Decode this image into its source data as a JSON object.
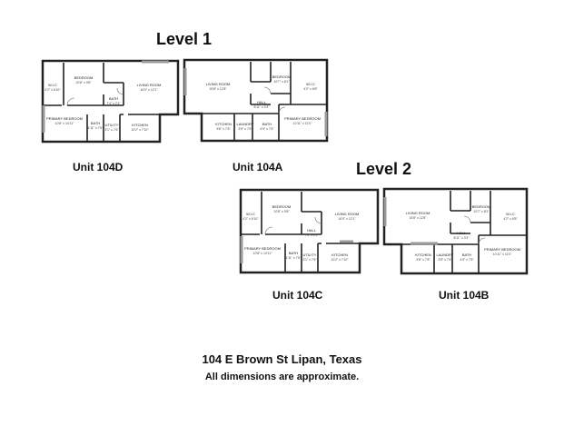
{
  "levels": {
    "level1": "Level 1",
    "level2": "Level 2"
  },
  "units": {
    "d": {
      "label": "Unit 104D",
      "rooms": [
        {
          "name": "BEDROOM",
          "dim": "10'8\" x 9'8\""
        },
        {
          "name": "LIVING ROOM",
          "dim": "16'0\" x 12'1\""
        },
        {
          "name": "W.I.C",
          "dim": "4'2\" x 6'10\""
        },
        {
          "name": "BATH",
          "dim": "7'4\" x 2'1\""
        },
        {
          "name": "PRIMARY BEDROOM",
          "dim": "10'8\" x 10'11\""
        },
        {
          "name": "BATH",
          "dim": "4'11\" x 7'6\""
        },
        {
          "name": "UTILITY",
          "dim": "3'1\" x 7'6\""
        },
        {
          "name": "KITCHEN",
          "dim": "10'2\" x 7'10\""
        }
      ]
    },
    "a": {
      "label": "Unit 104A",
      "rooms": [
        {
          "name": "LIVING ROOM",
          "dim": "15'8\" x 12'8\""
        },
        {
          "name": "BEDROOM",
          "dim": "10'7\" x 8'1\""
        },
        {
          "name": "W.I.C",
          "dim": "4'2\" x 6'8\""
        },
        {
          "name": "HALL",
          "dim": "8'11\" x 3'3\""
        },
        {
          "name": "KITCHEN",
          "dim": "9'8\" x 7'8\""
        },
        {
          "name": "LAUNDRY",
          "dim": "3'8\" x 7'6\""
        },
        {
          "name": "BATH",
          "dim": "4'9\" x 7'6\""
        },
        {
          "name": "PRIMARY BEDROOM",
          "dim": "10'11\" x 11'0\""
        }
      ]
    },
    "c": {
      "label": "Unit 104C",
      "rooms": [
        {
          "name": "BEDROOM",
          "dim": "10'8\" x 9'8\""
        },
        {
          "name": "LIVING ROOM",
          "dim": "16'0\" x 12'1\""
        },
        {
          "name": "W.I.C",
          "dim": "4'2\" x 6'10\""
        },
        {
          "name": "HALL",
          "dim": "7'4\" x 2'1\""
        },
        {
          "name": "PRIMARY BEDROOM",
          "dim": "10'8\" x 10'11\""
        },
        {
          "name": "BATH",
          "dim": "4'11\" x 7'6\""
        },
        {
          "name": "UTILITY",
          "dim": "3'1\" x 7'6\""
        },
        {
          "name": "KITCHEN",
          "dim": "10'2\" x 7'10\""
        }
      ]
    },
    "b": {
      "label": "Unit 104B",
      "rooms": [
        {
          "name": "LIVING ROOM",
          "dim": "15'8\" x 12'8\""
        },
        {
          "name": "BEDROOM",
          "dim": "10'7\" x 8'1\""
        },
        {
          "name": "W.I.C",
          "dim": "4'2\" x 6'8\""
        },
        {
          "name": "HALL",
          "dim": "8'11\" x 3'3\""
        },
        {
          "name": "KITCHEN",
          "dim": "9'8\" x 7'8\""
        },
        {
          "name": "LAUNDRY",
          "dim": "3'8\" x 7'6\""
        },
        {
          "name": "BATH",
          "dim": "4'9\" x 7'6\""
        },
        {
          "name": "PRIMARY BEDROOM",
          "dim": "10'11\" x 11'0\""
        }
      ]
    }
  },
  "footer": {
    "address": "104 E Brown St Lipan, Texas",
    "note": "All dimensions are approximate."
  }
}
